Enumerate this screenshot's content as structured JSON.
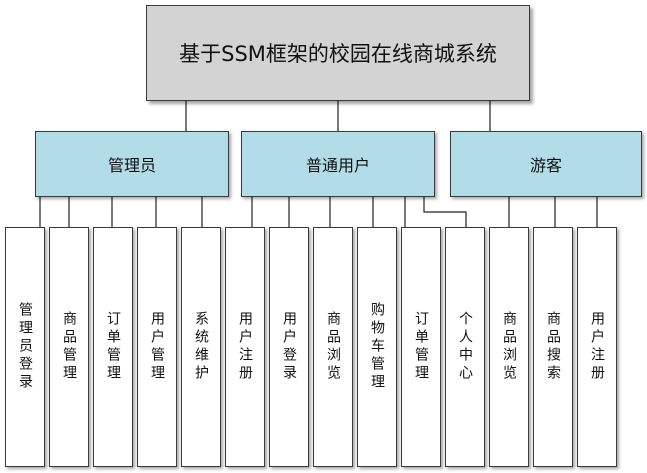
{
  "root": {
    "label": "基于SSM框架的校园在线商城系统"
  },
  "groups": [
    {
      "id": "admin",
      "label": "管理员",
      "children": [
        "管理员登录",
        "商品管理",
        "订单管理",
        "用户管理",
        "系统维护"
      ]
    },
    {
      "id": "user",
      "label": "普通用户",
      "children": [
        "用户注册",
        "用户登录",
        "商品浏览",
        "购物车管理",
        "订单管理",
        "个人中心"
      ]
    },
    {
      "id": "guest",
      "label": "游客",
      "children": [
        "商品浏览",
        "商品搜索",
        "用户注册"
      ]
    }
  ]
}
